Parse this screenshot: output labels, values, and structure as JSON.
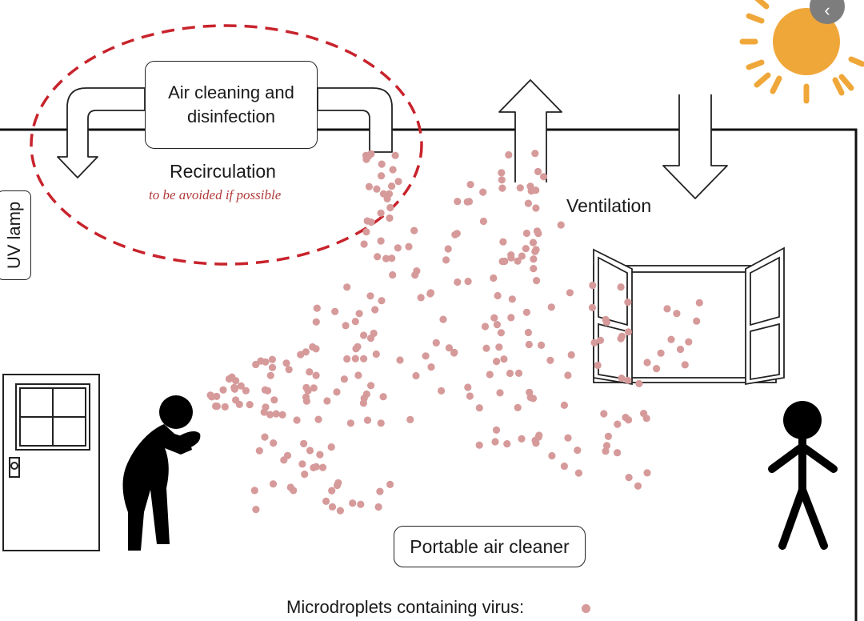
{
  "labels": {
    "air_cleaning": "Air cleaning and disinfection",
    "recirculation": "Recirculation",
    "avoid_note": "to be avoided if  possible",
    "ventilation": "Ventilation",
    "uv_lamp": "UV lamp",
    "portable_cleaner": "Portable air cleaner",
    "legend": "Microdroplets containing virus:"
  },
  "colors": {
    "droplet": "#d69a9a",
    "dashed_ellipse": "#c8232c",
    "sun": "#f0a73a",
    "figure": "#000000"
  },
  "icons": {
    "corner_button": "chevron-left-icon"
  }
}
